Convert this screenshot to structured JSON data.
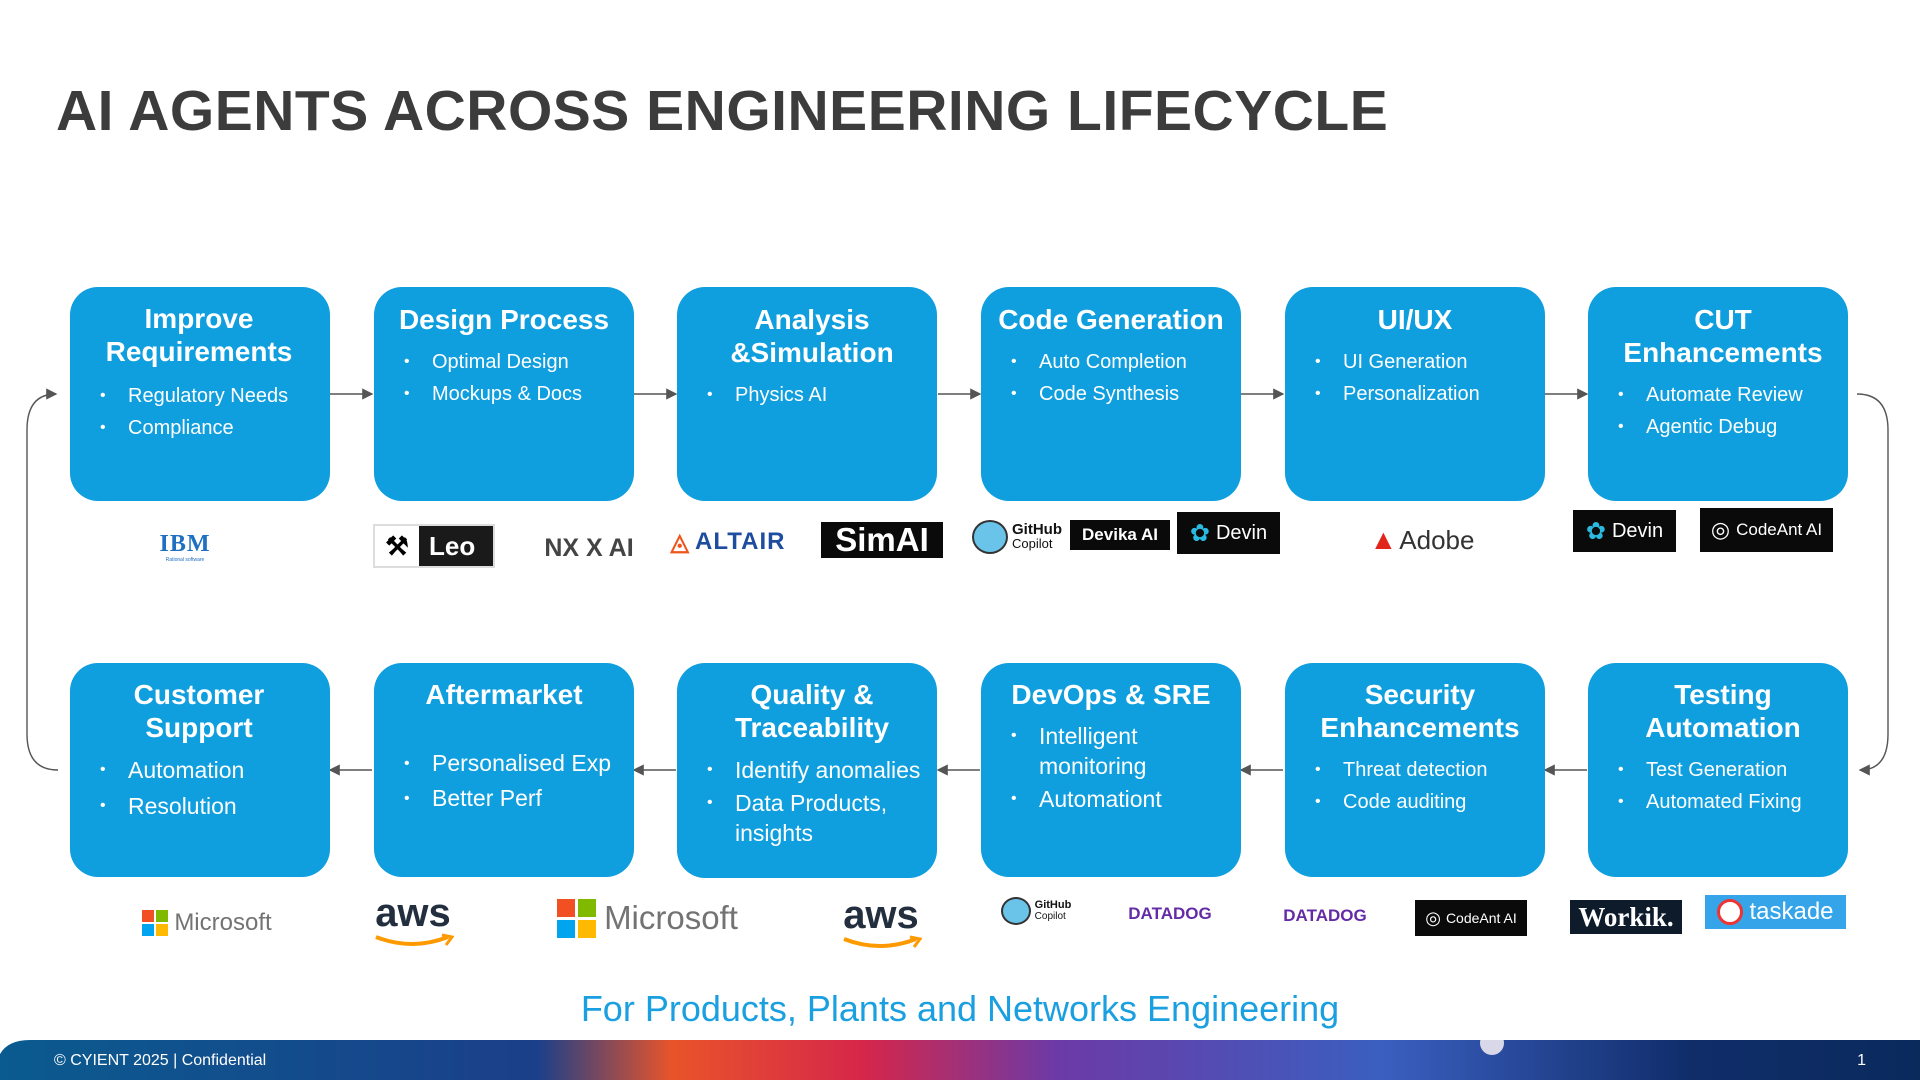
{
  "title": "AI AGENTS ACROSS ENGINEERING LIFECYCLE",
  "top_row": [
    {
      "title": "Improve\nRequirements",
      "items": [
        "Regulatory Needs",
        "Compliance"
      ]
    },
    {
      "title": "Design Process",
      "items": [
        "Optimal Design",
        "Mockups & Docs"
      ]
    },
    {
      "title": "Analysis\n&Simulation",
      "items": [
        "Physics AI"
      ]
    },
    {
      "title": "Code Generation",
      "items": [
        "Auto Completion",
        "Code Synthesis"
      ]
    },
    {
      "title": "UI/UX",
      "items": [
        "UI Generation",
        "Personalization"
      ]
    },
    {
      "title": "CUT\nEnhancements",
      "items": [
        "Automate  Review",
        "Agentic Debug"
      ]
    }
  ],
  "bottom_row": [
    {
      "title": "Customer\nSupport",
      "items": [
        "Automation",
        "Resolution"
      ]
    },
    {
      "title": "Aftermarket",
      "items": [
        "Personalised Exp",
        "Better  Perf"
      ]
    },
    {
      "title": "Quality &\nTraceability",
      "items": [
        "Identify anomalies",
        "Data Products,\ninsights"
      ]
    },
    {
      "title": "DevOps & SRE",
      "items": [
        "Intelligent\nmonitoring",
        "Automationt"
      ]
    },
    {
      "title": "Security\nEnhancements",
      "items": [
        "Threat detection",
        "Code auditing"
      ]
    },
    {
      "title": "Testing\nAutomation",
      "items": [
        "Test Generation",
        "Automated Fixing"
      ]
    }
  ],
  "logos": {
    "ibm": "IBM",
    "ibm_sub": "Rational software",
    "leo": "Leo",
    "nx": "NX X AI",
    "altair": "ALTAIR",
    "simai": "SimAI",
    "github": "GitHub",
    "copilot": "Copilot",
    "devika": "Devika AI",
    "devin": "Devin",
    "adobe": "Adobe",
    "codeant": "CodeAnt AI",
    "microsoft": "Microsoft",
    "aws": "aws",
    "datadog": "DATADOG",
    "workik": "Workik.",
    "taskade": "taskade"
  },
  "tagline": "For Products, Plants and Networks Engineering",
  "footer": "©  CYIENT  2025  |  Confidential",
  "page_number": "1",
  "colors": {
    "card": "#0f9ede",
    "title": "#3c3c3c",
    "tagline": "#1a9fe0"
  }
}
